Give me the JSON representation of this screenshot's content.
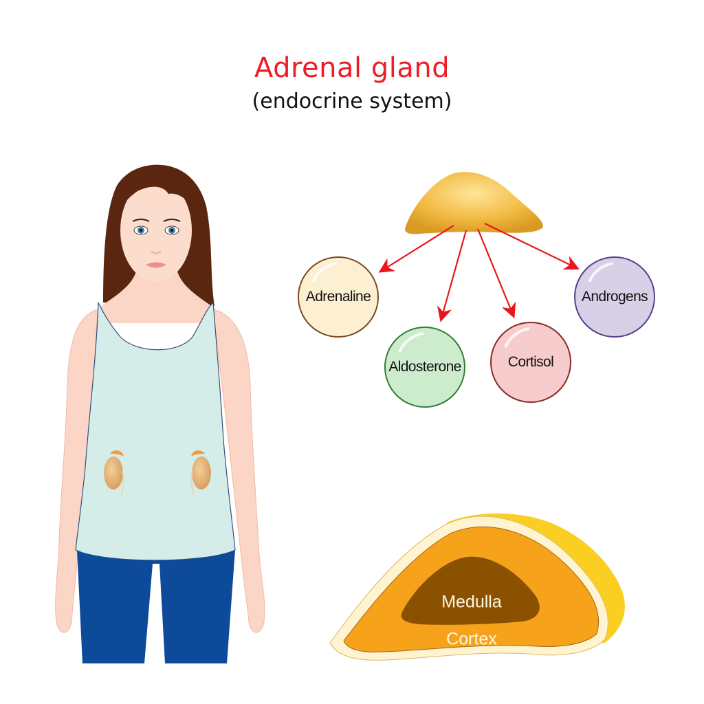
{
  "header": {
    "title": "Adrenal gland",
    "subtitle": "(endocrine system)"
  },
  "hormones": [
    {
      "label": "Adrenaline",
      "fill": "#fdf0d2",
      "stroke": "#7a4a22"
    },
    {
      "label": "Aldosterone",
      "fill": "#cdeccd",
      "stroke": "#2f7d3a"
    },
    {
      "label": "Cortisol",
      "fill": "#f6cccc",
      "stroke": "#8a2a2a"
    },
    {
      "label": "Androgens",
      "fill": "#d8d0e6",
      "stroke": "#5a3f8c"
    }
  ],
  "cross_section": {
    "inner_label": "Medulla",
    "outer_label": "Cortex"
  },
  "colors": {
    "title": "#ee1c24",
    "arrow": "#e8161c",
    "gland": "#f0b63a",
    "cortex": "#f7a21b",
    "medulla": "#8a5200",
    "capsule": "#fff4cf",
    "outer_gland": "#fbcf22",
    "shirt": "#d5ede8",
    "pants": "#0e4a9a",
    "skin": "#fbd6c6",
    "hair": "#5a2610"
  }
}
